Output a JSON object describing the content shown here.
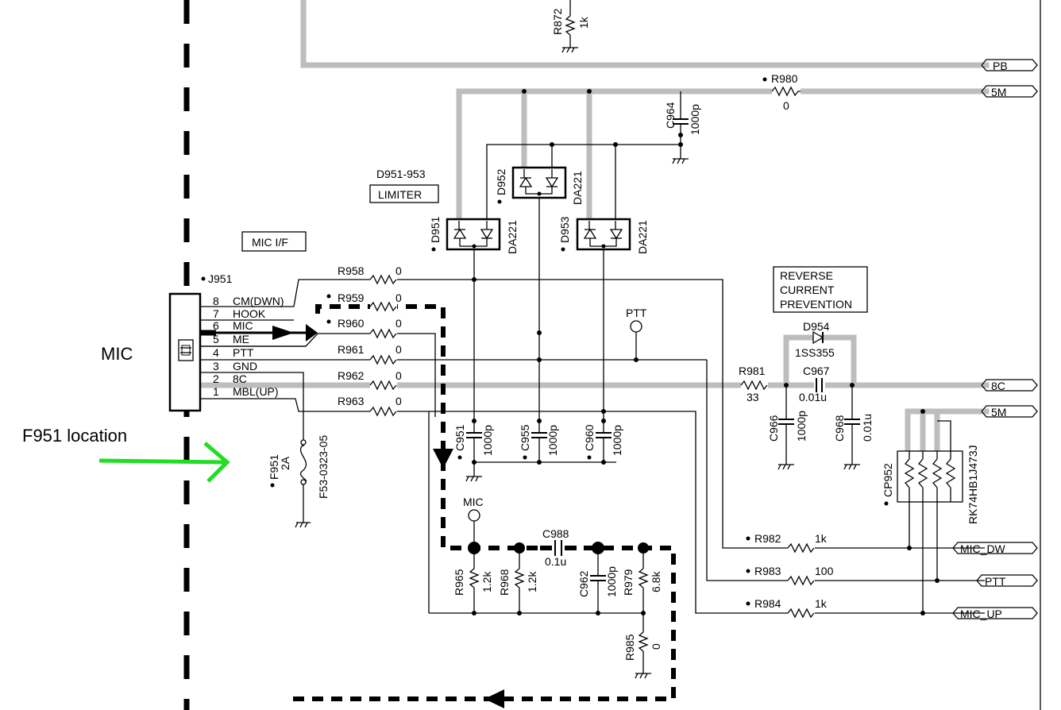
{
  "labels": {
    "mic_big": "MIC",
    "f951_location": "F951 location",
    "j951": "J951",
    "mic_if": "MIC I/F",
    "d951_953": "D951-953",
    "limiter": "LIMITER",
    "reverse1": "REVERSE",
    "reverse2": "CURRENT",
    "reverse3": "PREVENTION",
    "ptt_tp": "PTT",
    "mic_tp": "MIC"
  },
  "pins": [
    {
      "num": "8",
      "name": "CM(DWN)"
    },
    {
      "num": "7",
      "name": "HOOK"
    },
    {
      "num": "6",
      "name": "MIC"
    },
    {
      "num": "5",
      "name": "ME"
    },
    {
      "num": "4",
      "name": "PTT"
    },
    {
      "num": "3",
      "name": "GND"
    },
    {
      "num": "2",
      "name": "8C"
    },
    {
      "num": "1",
      "name": "MBL(UP)"
    }
  ],
  "resistors": {
    "r872": {
      "ref": "R872",
      "val": "1k"
    },
    "r980": {
      "ref": "R980",
      "val": "0"
    },
    "r958": {
      "ref": "R958",
      "val": "0"
    },
    "r959": {
      "ref": "R959",
      "val": "0"
    },
    "r960": {
      "ref": "R960",
      "val": "0"
    },
    "r961": {
      "ref": "R961",
      "val": "0"
    },
    "r962": {
      "ref": "R962",
      "val": "0"
    },
    "r963": {
      "ref": "R963",
      "val": "0"
    },
    "r981": {
      "ref": "R981",
      "val": "33"
    },
    "r965": {
      "ref": "R965",
      "val": "1.2k"
    },
    "r968": {
      "ref": "R968",
      "val": "1.2k"
    },
    "r979": {
      "ref": "R979",
      "val": "6.8k"
    },
    "r985": {
      "ref": "R985",
      "val": "0"
    },
    "r982": {
      "ref": "R982",
      "val": "1k"
    },
    "r983": {
      "ref": "R983",
      "val": "100"
    },
    "r984": {
      "ref": "R984",
      "val": "1k"
    }
  },
  "capacitors": {
    "c964": {
      "ref": "C964",
      "val": "1000p"
    },
    "c951": {
      "ref": "C951",
      "val": "1000p"
    },
    "c955": {
      "ref": "C955",
      "val": "1000p"
    },
    "c960": {
      "ref": "C960",
      "val": "1000p"
    },
    "c967": {
      "ref": "C967",
      "val": "0.01u"
    },
    "c966": {
      "ref": "C966",
      "val": "1000p"
    },
    "c968": {
      "ref": "C968",
      "val": "0.01u"
    },
    "c988": {
      "ref": "C988",
      "val": "0.1u"
    },
    "c962": {
      "ref": "C962",
      "val": "1000p"
    }
  },
  "diodes": {
    "d951": {
      "ref": "D951",
      "part": "DA221"
    },
    "d952": {
      "ref": "D952",
      "part": "DA221"
    },
    "d953": {
      "ref": "D953",
      "part": "DA221"
    },
    "d954": {
      "ref": "D954",
      "part": "1SS355"
    }
  },
  "fuse": {
    "ref": "F951",
    "rating": "2A",
    "part": "F53-0323-05"
  },
  "network": {
    "ref": "CP952",
    "part": "RK74HB1J473J"
  },
  "ports": {
    "pb": "PB",
    "m5a": "5M",
    "c8": "8C",
    "m5b": "5M",
    "mic_dw": "MIC_DW",
    "ptt": "PTT",
    "mic_up": "MIC_UP"
  },
  "colors": {
    "highlight_bus": "#bdbdbd",
    "location_arrow": "#22dd22",
    "wire": "#000000"
  }
}
